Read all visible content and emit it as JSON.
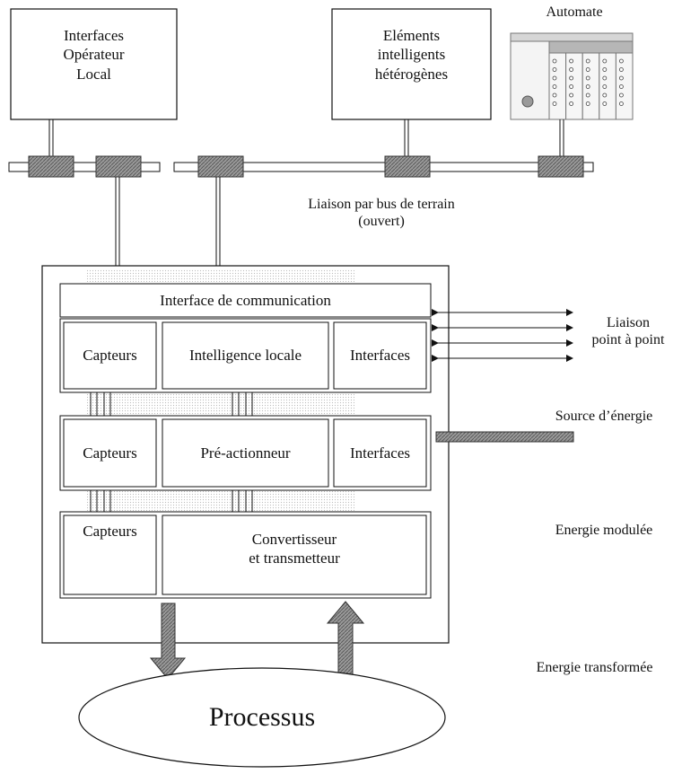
{
  "top": {
    "interfaces_operateur": [
      "Interfaces",
      "Opérateur",
      "Local"
    ],
    "elements_intelligents": [
      "Eléments",
      "intelligents",
      "hétérogènes"
    ],
    "automate": "Automate"
  },
  "bus": {
    "label": [
      "Liaison  par bus de terrain",
      "(ouvert)"
    ]
  },
  "module": {
    "comm": "Interface de communication",
    "row1": {
      "capteurs": "Capteurs",
      "center": "Intelligence locale",
      "interfaces": "Interfaces"
    },
    "row2": {
      "capteurs": "Capteurs",
      "center": "Pré-actionneur",
      "interfaces": "Interfaces"
    },
    "row3": {
      "capteurs": "Capteurs",
      "center": [
        "Convertisseur",
        "et transmetteur"
      ]
    }
  },
  "right": {
    "liaison_point": [
      "Liaison",
      "point à point"
    ],
    "source": "Source d’énergie",
    "modulee": "Energie modulée",
    "transformee": "Energie transformée"
  },
  "process": "Processus"
}
